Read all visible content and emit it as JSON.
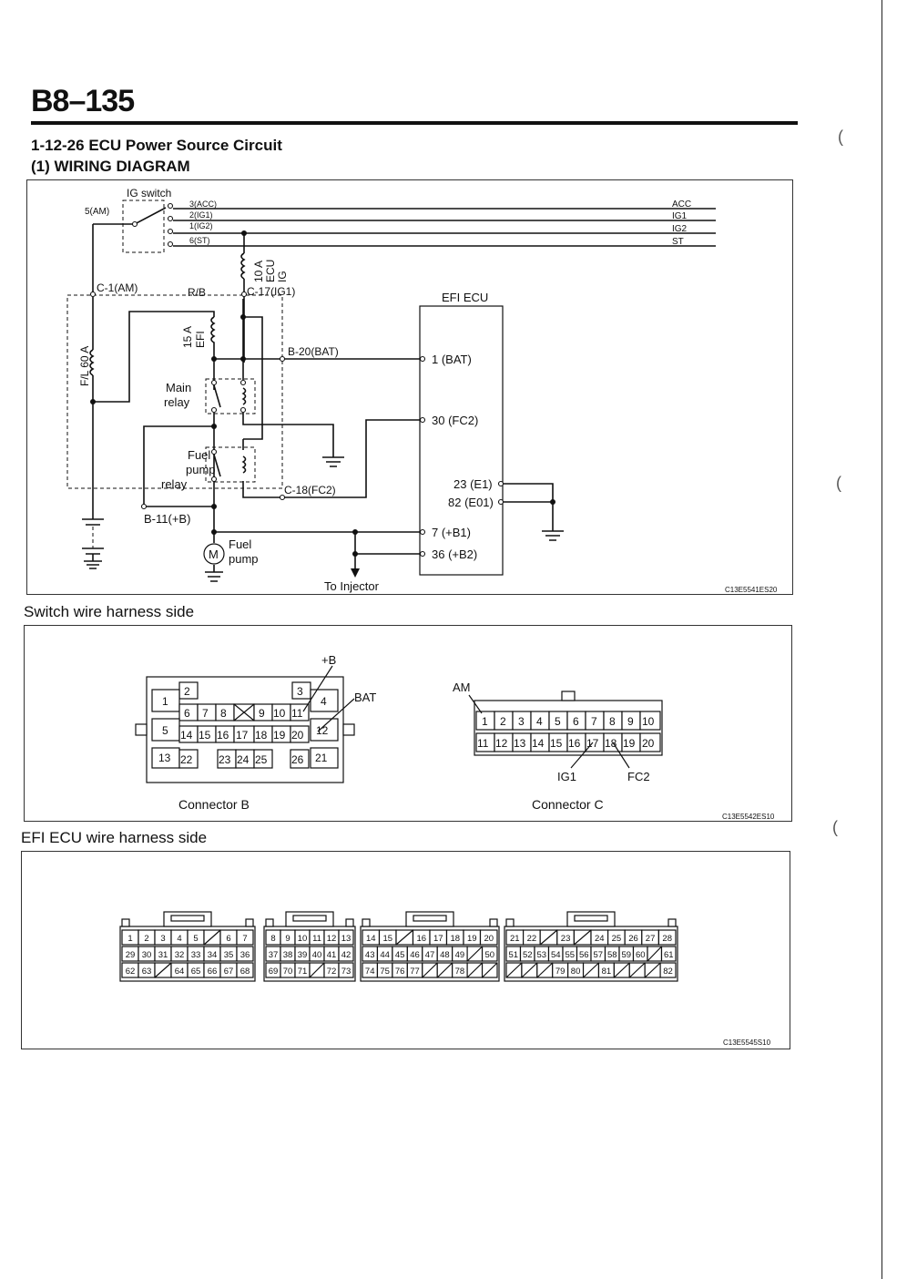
{
  "page": {
    "number": "B8–135"
  },
  "section": {
    "title": "1-12-26 ECU Power Source Circuit",
    "subtitle": "(1) WIRING DIAGRAM"
  },
  "diagram": {
    "code": "C13E5541ES20",
    "ig_switch": {
      "label": "IG switch",
      "input": "5(AM)",
      "terminals": [
        "3(ACC)",
        "2(IG1)",
        "1(IG2)",
        "6(ST)"
      ],
      "outputs": [
        "ACC",
        "IG1",
        "IG2",
        "ST"
      ]
    },
    "fuse_ecu": {
      "rating": "10 A",
      "name1": "ECU",
      "name2": "IG"
    },
    "fuse_efi": {
      "rating": "15 A",
      "name": "EFI"
    },
    "fusible_link": "F/L 60 A",
    "wire_color": "R/B",
    "connectors": {
      "c1": "C-1(AM)",
      "c17": "C-17(IG1)",
      "b20": "B-20(BAT)",
      "c18": "C-18(FC2)",
      "b11": "B-11(+B)"
    },
    "main_relay": [
      "Main",
      "relay"
    ],
    "fuel_pump_relay": [
      "Fuel",
      "pump",
      "relay"
    ],
    "fuel_pump": [
      "Fuel",
      "pump"
    ],
    "motor": "M",
    "injector": "To Injector",
    "ecu": {
      "label": "EFI ECU",
      "pins": [
        "1 (BAT)",
        "30 (FC2)",
        "23 (E1)",
        "82 (E01)",
        "7 (+B1)",
        "36 (+B2)"
      ]
    }
  },
  "switch_side": {
    "title": "Switch wire harness side",
    "code": "C13E5542ES10",
    "connector_b": {
      "caption": "Connector B",
      "label_b": "+B",
      "label_bat": "BAT",
      "pins": [
        "1",
        "2",
        "3",
        "4",
        "5",
        "6",
        "7",
        "8",
        "9",
        "10",
        "11",
        "12",
        "13",
        "14",
        "15",
        "16",
        "17",
        "18",
        "19",
        "20",
        "21",
        "22",
        "23",
        "24",
        "25",
        "26"
      ]
    },
    "connector_c": {
      "caption": "Connector C",
      "label_am": "AM",
      "label_ig1": "IG1",
      "label_fc2": "FC2",
      "pins": [
        "1",
        "2",
        "3",
        "4",
        "5",
        "6",
        "7",
        "8",
        "9",
        "10",
        "11",
        "12",
        "13",
        "14",
        "15",
        "16",
        "17",
        "18",
        "19",
        "20"
      ]
    }
  },
  "ecu_side": {
    "title": "EFI ECU wire harness side",
    "code": "C13E5545S10",
    "connectors": [
      {
        "rows": [
          [
            "1",
            "2",
            "3",
            "4",
            "5",
            "",
            "6",
            "7"
          ],
          [
            "29",
            "30",
            "31",
            "32",
            "33",
            "34",
            "35",
            "36"
          ],
          [
            "62",
            "63",
            "",
            "64",
            "65",
            "66",
            "67",
            "68"
          ]
        ]
      },
      {
        "rows": [
          [
            "8",
            "9",
            "10",
            "11",
            "12",
            "13"
          ],
          [
            "37",
            "38",
            "39",
            "40",
            "41",
            "42"
          ],
          [
            "69",
            "70",
            "71",
            "",
            "72",
            "73"
          ]
        ]
      },
      {
        "rows": [
          [
            "14",
            "15",
            "",
            "16",
            "17",
            "18",
            "19",
            "20"
          ],
          [
            "43",
            "44",
            "45",
            "46",
            "47",
            "48",
            "49",
            "",
            "50"
          ],
          [
            "74",
            "75",
            "76",
            "77",
            "",
            "",
            "78",
            "",
            ""
          ]
        ]
      },
      {
        "rows": [
          [
            "21",
            "22",
            "",
            "23",
            "",
            "24",
            "25",
            "26",
            "27",
            "28"
          ],
          [
            "51",
            "52",
            "53",
            "54",
            "55",
            "56",
            "57",
            "58",
            "59",
            "60",
            "",
            "61"
          ],
          [
            "",
            "",
            "",
            "79",
            "80",
            "",
            "81",
            "",
            "",
            "",
            "82"
          ]
        ]
      }
    ]
  }
}
